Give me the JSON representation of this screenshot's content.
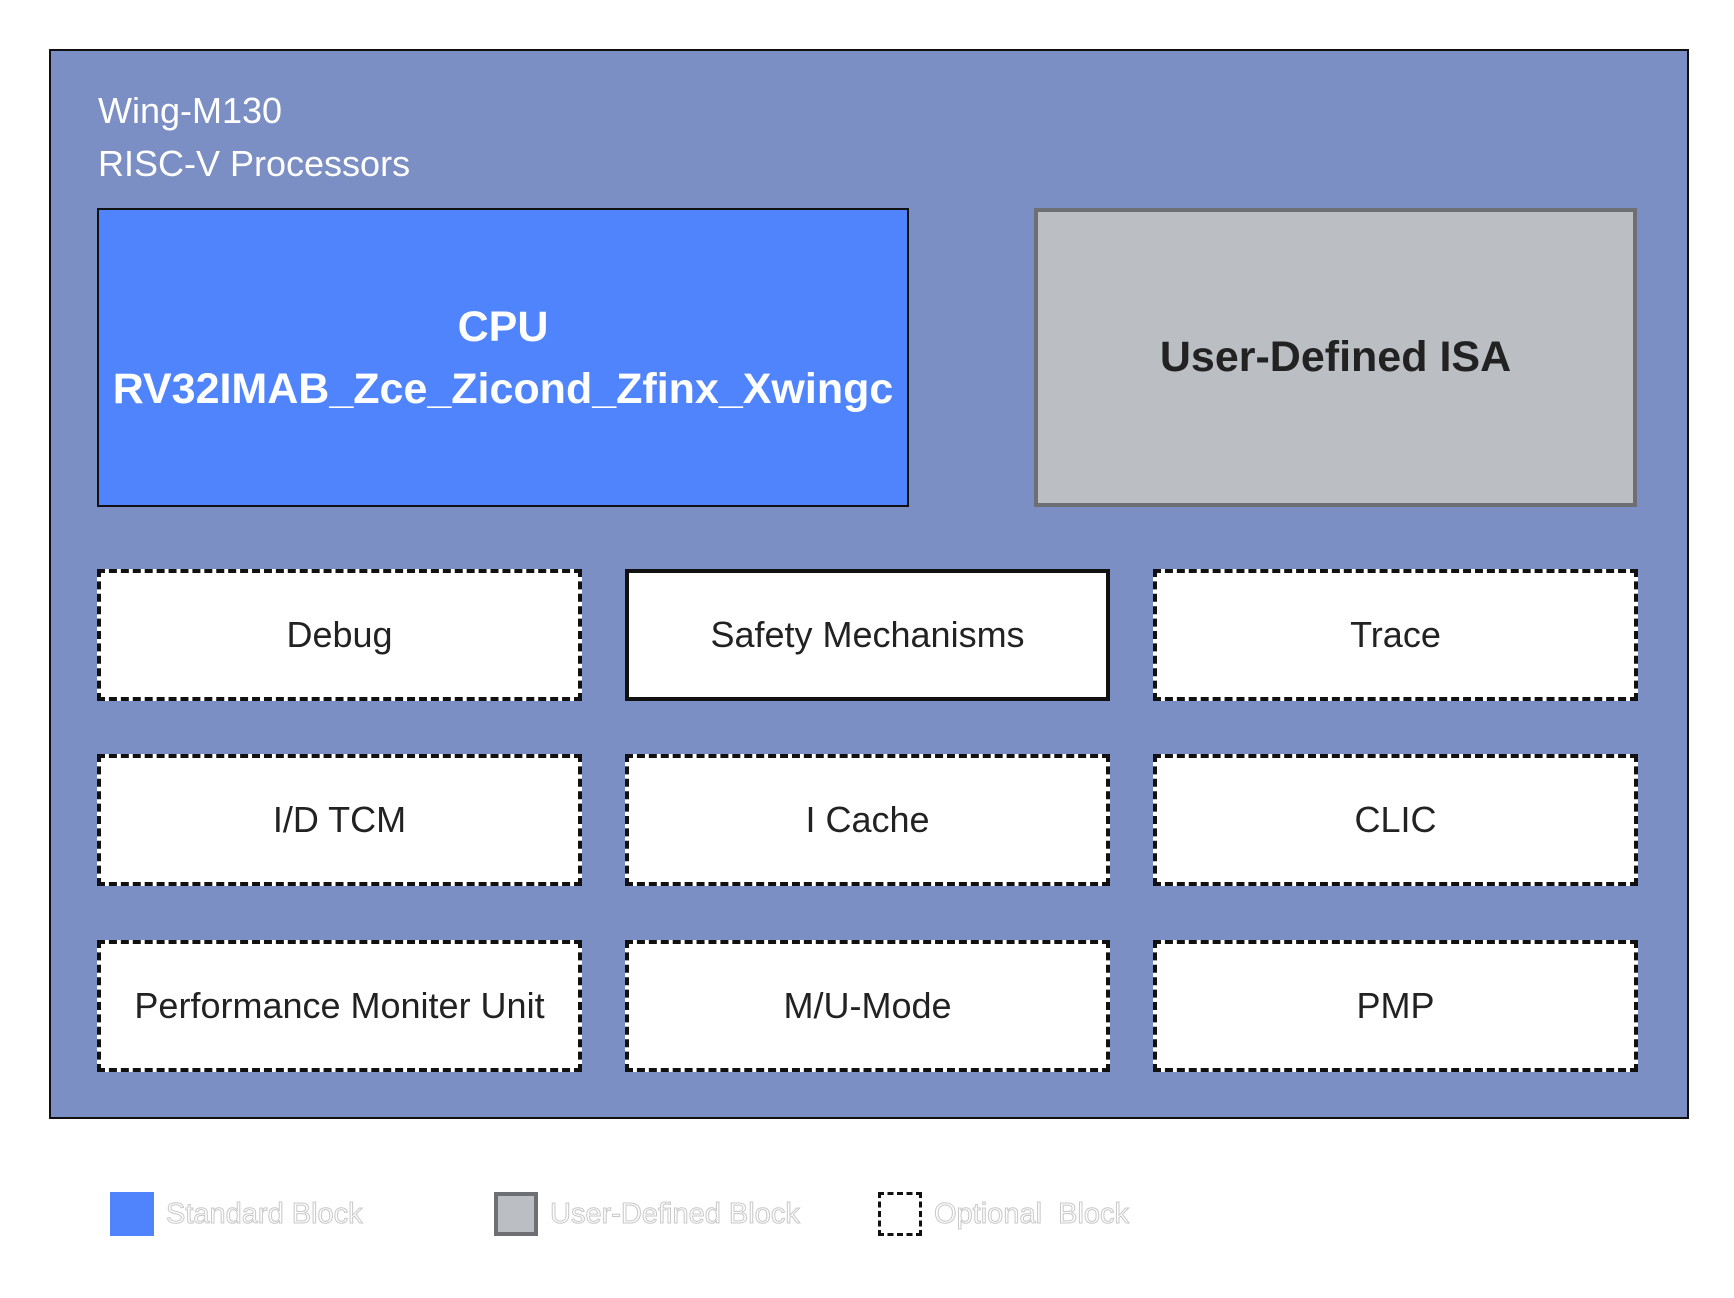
{
  "title": {
    "line1": "Wing-M130",
    "line2": "RISC-V Processors"
  },
  "cpu": {
    "label": "CPU",
    "isa_string": "RV32IMAB_Zce_Zicond_Zfinx_Xwingc"
  },
  "user_defined_isa": {
    "label": "User-Defined ISA"
  },
  "blocks": [
    {
      "label": "Debug",
      "style": "optional"
    },
    {
      "label": "Safety Mechanisms",
      "style": "standard"
    },
    {
      "label": "Trace",
      "style": "optional"
    },
    {
      "label": "I/D TCM",
      "style": "optional"
    },
    {
      "label": "I Cache",
      "style": "optional"
    },
    {
      "label": "CLIC",
      "style": "optional"
    },
    {
      "label": "Performance Moniter Unit",
      "style": "optional"
    },
    {
      "label": "M/U-Mode",
      "style": "optional"
    },
    {
      "label": "PMP",
      "style": "optional"
    }
  ],
  "legend": [
    {
      "label": "Standard Block",
      "swatch": "standard"
    },
    {
      "label": "User-Defined Block",
      "swatch": "user-defined"
    },
    {
      "label": "Optional  Block",
      "swatch": "optional"
    }
  ],
  "colors": {
    "background": "#7b8fc4",
    "standard_block": "#4f84fd",
    "user_defined_block": "#bbbec2",
    "optional_block": "#ffffff"
  }
}
